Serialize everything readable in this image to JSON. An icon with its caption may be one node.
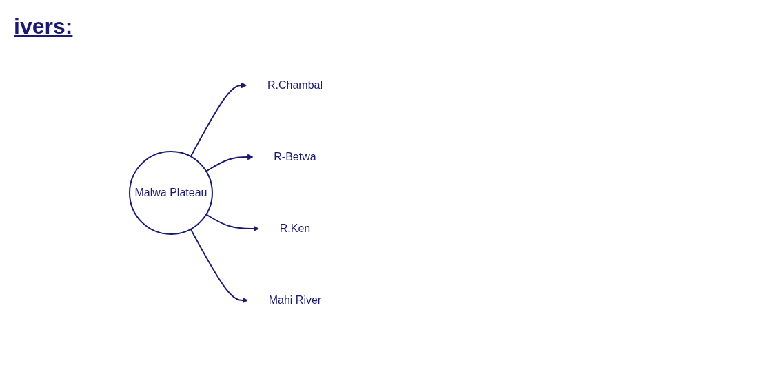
{
  "diagram": {
    "title": "ivers:",
    "nodes": [
      {
        "text": [
          "Malwa Plateau"
        ]
      },
      {
        "text": [
          "R.Chambal"
        ]
      },
      {
        "text": [
          "R-Betwa"
        ]
      },
      {
        "text": [
          "R.Ken"
        ]
      },
      {
        "text": [
          "Mahi River"
        ]
      }
    ],
    "edges": [
      {
        "from": 0,
        "to": 1,
        "arrow": "to"
      },
      {
        "from": 0,
        "to": 2,
        "arrow": "to"
      },
      {
        "from": 0,
        "to": 3,
        "arrow": "to"
      },
      {
        "from": 0,
        "to": 4,
        "arrow": "to"
      }
    ]
  }
}
